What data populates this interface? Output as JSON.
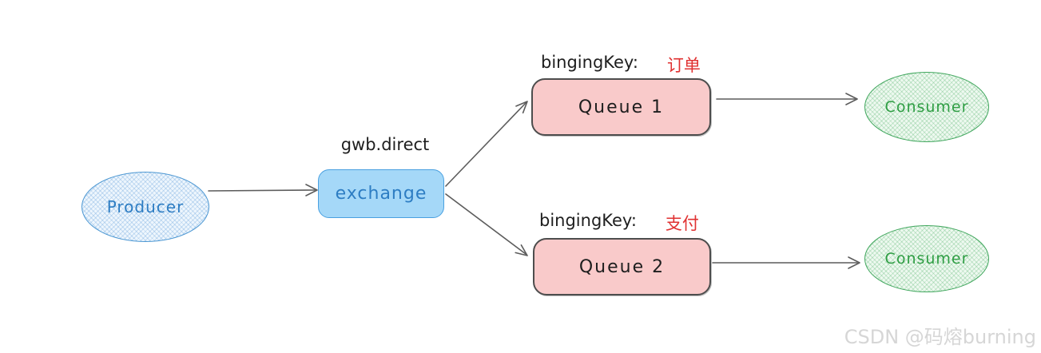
{
  "producer": {
    "label": "Producer"
  },
  "exchange": {
    "label": "exchange",
    "name_label": "gwb.direct"
  },
  "queue1": {
    "label": "Queue 1",
    "binding_key_label": "bingingKey:",
    "binding_key_value": "订单"
  },
  "queue2": {
    "label": "Queue 2",
    "binding_key_label": "bingingKey:",
    "binding_key_value": "支付"
  },
  "consumer1": {
    "label": "Consumer"
  },
  "consumer2": {
    "label": "Consumer"
  },
  "watermark": "CSDN @码熔burning",
  "colors": {
    "ink": "#1e1e1e",
    "blue_stroke": "#4a96d2",
    "blue_text": "#2d7dc3",
    "exchange_fill": "#a5d8f8",
    "exchange_stroke": "#49a0e0",
    "pink_fill": "#f9caca",
    "queue_stroke": "#4d4d4d",
    "green_stroke": "#3fa65c",
    "green_text": "#2f9e44",
    "red": "#e03131",
    "arrow": "#5c5c5c",
    "watermark_color": "#d6d6d6"
  }
}
